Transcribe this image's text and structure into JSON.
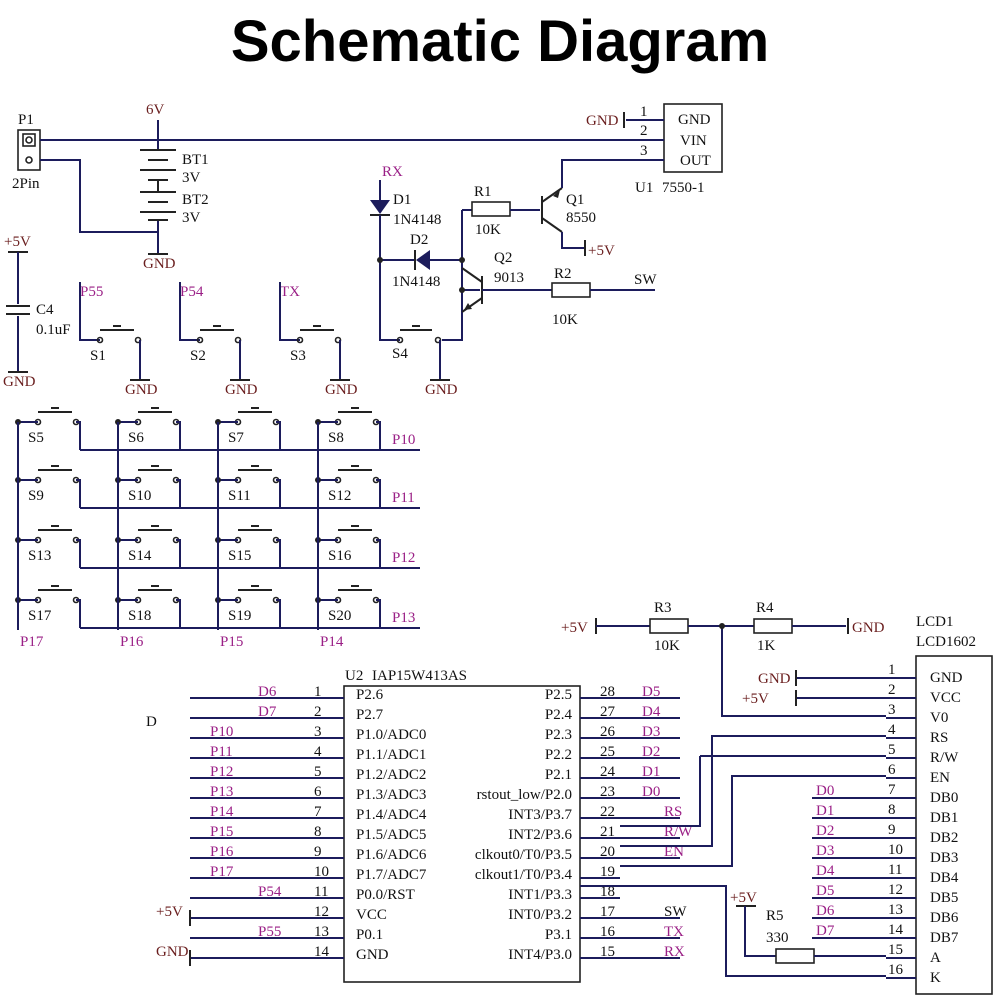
{
  "title": "Schematic Diagram",
  "colors": {
    "wire": "#1c1c5c",
    "component": "#222222",
    "net_label": "#9a1f86",
    "power_label": "#6a1e1e",
    "text": "#111111"
  },
  "power": {
    "p1_ref": "P1",
    "p1_val": "2Pin",
    "v6": "6V",
    "bt1": "BT1",
    "bt1_val": "3V",
    "bt2": "BT2",
    "bt2_val": "3V",
    "gnd": "GND"
  },
  "regulator": {
    "pin1": "1",
    "pin2": "2",
    "pin3": "3",
    "gnd": "GND",
    "vin": "VIN",
    "out": "OUT",
    "ref": "U1",
    "part": "7550-1",
    "gnd_label": "GND"
  },
  "switch_circuit": {
    "rx": "RX",
    "d1": "D1",
    "d1_val": "1N4148",
    "d2": "D2",
    "d2_val": "1N4148",
    "r1": "R1",
    "r1_val": "10K",
    "q1": "Q1",
    "q1_val": "8550",
    "q1_v": "+5V",
    "q2": "Q2",
    "q2_val": "9013",
    "r2": "R2",
    "r2_val": "10K",
    "sw": "SW",
    "s4": "S4",
    "gnd": "GND"
  },
  "cap": {
    "v": "+5V",
    "ref": "C4",
    "val": "0.1uF",
    "gnd": "GND"
  },
  "buttons": [
    {
      "net": "P55",
      "ref": "S1",
      "gnd": "GND"
    },
    {
      "net": "P54",
      "ref": "S2",
      "gnd": "GND"
    },
    {
      "net": "TX",
      "ref": "S3",
      "gnd": "GND"
    }
  ],
  "matrix": {
    "rows": [
      [
        "S5",
        "S6",
        "S7",
        "S8"
      ],
      [
        "S9",
        "S10",
        "S11",
        "S12"
      ],
      [
        "S13",
        "S14",
        "S15",
        "S16"
      ],
      [
        "S17",
        "S18",
        "S19",
        "S20"
      ]
    ],
    "row_nets": [
      "P10",
      "P11",
      "P12",
      "P13"
    ],
    "col_nets": [
      "P17",
      "P16",
      "P15",
      "P14"
    ]
  },
  "mcu": {
    "ref": "U2",
    "part": "IAP15W413AS",
    "d_mark": "D",
    "left": [
      {
        "n": "1",
        "name": "P2.6",
        "net": "D6"
      },
      {
        "n": "2",
        "name": "P2.7",
        "net": "D7"
      },
      {
        "n": "3",
        "name": "P1.0/ADC0",
        "net": "P10"
      },
      {
        "n": "4",
        "name": "P1.1/ADC1",
        "net": "P11"
      },
      {
        "n": "5",
        "name": "P1.2/ADC2",
        "net": "P12"
      },
      {
        "n": "6",
        "name": "P1.3/ADC3",
        "net": "P13"
      },
      {
        "n": "7",
        "name": "P1.4/ADC4",
        "net": "P14"
      },
      {
        "n": "8",
        "name": "P1.5/ADC5",
        "net": "P15"
      },
      {
        "n": "9",
        "name": "P1.6/ADC6",
        "net": "P16"
      },
      {
        "n": "10",
        "name": "P1.7/ADC7",
        "net": "P17"
      },
      {
        "n": "11",
        "name": "P0.0/RST",
        "net": "P54"
      },
      {
        "n": "12",
        "name": "VCC",
        "net": "+5V"
      },
      {
        "n": "13",
        "name": "P0.1",
        "net": "P55"
      },
      {
        "n": "14",
        "name": "GND",
        "net": "GND"
      }
    ],
    "right": [
      {
        "n": "28",
        "name": "P2.5",
        "net": "D5"
      },
      {
        "n": "27",
        "name": "P2.4",
        "net": "D4"
      },
      {
        "n": "26",
        "name": "P2.3",
        "net": "D3"
      },
      {
        "n": "25",
        "name": "P2.2",
        "net": "D2"
      },
      {
        "n": "24",
        "name": "P2.1",
        "net": "D1"
      },
      {
        "n": "23",
        "name": "rstout_low/P2.0",
        "net": "D0"
      },
      {
        "n": "22",
        "name": "INT3/P3.7",
        "net": "RS"
      },
      {
        "n": "21",
        "name": "INT2/P3.6",
        "net": "R/W"
      },
      {
        "n": "20",
        "name": "clkout0/T0/P3.5",
        "net": "EN"
      },
      {
        "n": "19",
        "name": "clkout1/T0/P3.4",
        "net": ""
      },
      {
        "n": "18",
        "name": "INT1/P3.3",
        "net": ""
      },
      {
        "n": "17",
        "name": "INT0/P3.2",
        "net": "SW"
      },
      {
        "n": "16",
        "name": "P3.1",
        "net": "TX"
      },
      {
        "n": "15",
        "name": "INT4/P3.0",
        "net": "RX"
      }
    ]
  },
  "lcd": {
    "ref": "LCD1",
    "part": "LCD1602",
    "pins": [
      {
        "n": "1",
        "name": "GND",
        "net": "GND"
      },
      {
        "n": "2",
        "name": "VCC",
        "net": "+5V"
      },
      {
        "n": "3",
        "name": "V0",
        "net": ""
      },
      {
        "n": "4",
        "name": "RS",
        "net": ""
      },
      {
        "n": "5",
        "name": "R/W",
        "net": ""
      },
      {
        "n": "6",
        "name": "EN",
        "net": ""
      },
      {
        "n": "7",
        "name": "DB0",
        "net": "D0"
      },
      {
        "n": "8",
        "name": "DB1",
        "net": "D1"
      },
      {
        "n": "9",
        "name": "DB2",
        "net": "D2"
      },
      {
        "n": "10",
        "name": "DB3",
        "net": "D3"
      },
      {
        "n": "11",
        "name": "DB4",
        "net": "D4"
      },
      {
        "n": "12",
        "name": "DB5",
        "net": "D5"
      },
      {
        "n": "13",
        "name": "DB6",
        "net": "D6"
      },
      {
        "n": "14",
        "name": "DB7",
        "net": "D7"
      },
      {
        "n": "15",
        "name": "A",
        "net": ""
      },
      {
        "n": "16",
        "name": "K",
        "net": ""
      }
    ]
  },
  "contrast": {
    "v": "+5V",
    "r3": "R3",
    "r3_val": "10K",
    "r4": "R4",
    "r4_val": "1K",
    "gnd": "GND"
  },
  "backlight": {
    "v": "+5V",
    "r5": "R5",
    "r5_val": "330"
  }
}
